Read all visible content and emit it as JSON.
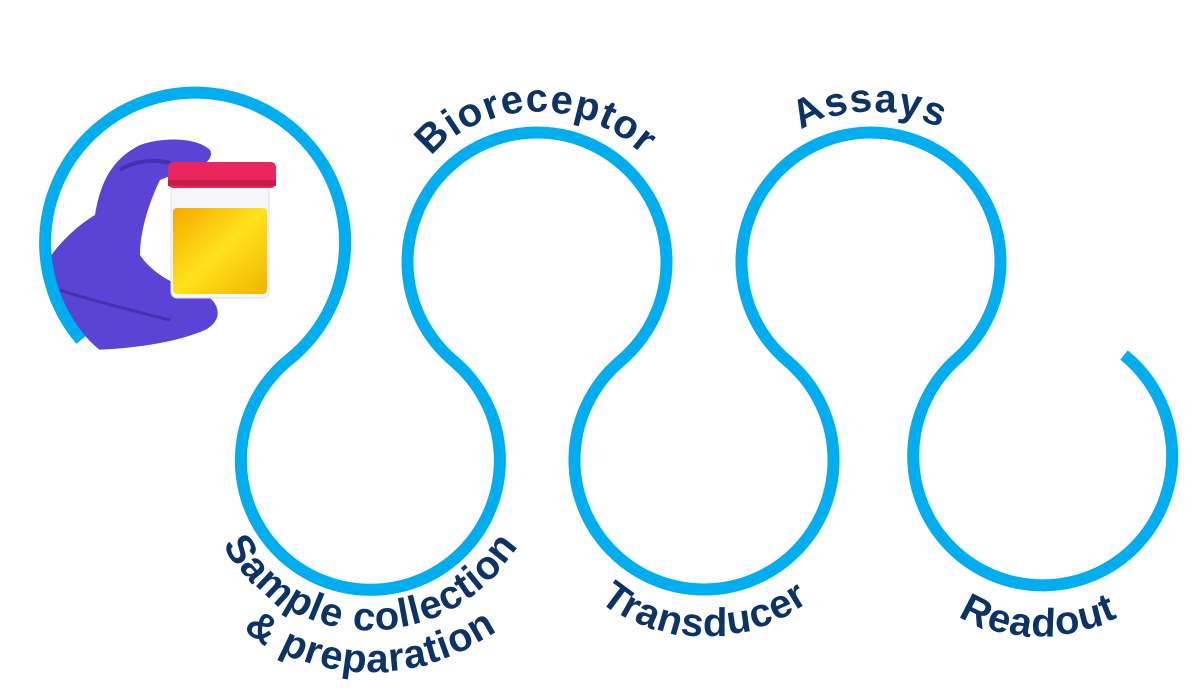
{
  "colors": {
    "path": "#00aeef",
    "text": "#0b3366",
    "glove": "#5b43d6",
    "lid": "#e8275c",
    "liquid": "#f2c200"
  },
  "steps": {
    "sample_line1": "Sample collection",
    "sample_line2": "& preparation",
    "bioreceptor": "Bioreceptor",
    "transducer": "Transducer",
    "assays": "Assays",
    "readout": "Readout"
  },
  "photo": {
    "icon": "gloved-hand-holding-sample-cup"
  }
}
